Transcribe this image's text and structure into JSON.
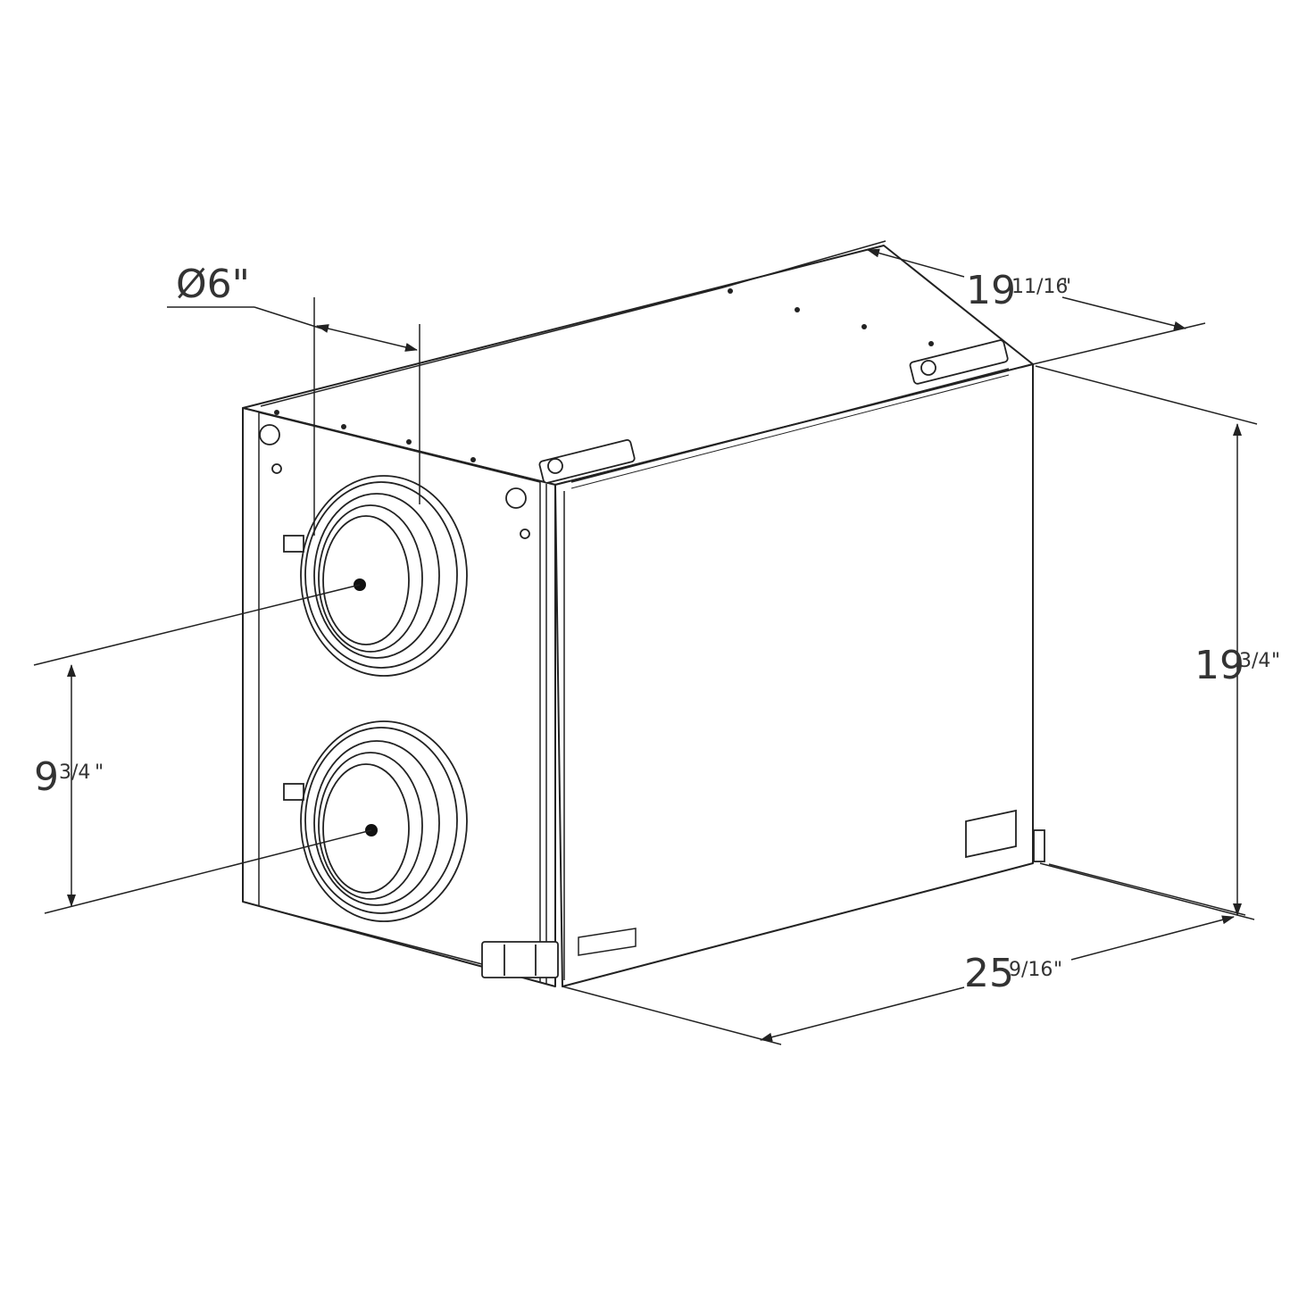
{
  "dimensions": {
    "duct_diameter": {
      "text": "Ø6\""
    },
    "depth": {
      "main": "19",
      "fraction": "11/16",
      "unit": "\""
    },
    "height": {
      "main": "19",
      "fraction": "3/4",
      "unit": "\""
    },
    "port_spacing": {
      "main": "9",
      "fraction": "3/4",
      "unit": "\""
    },
    "width": {
      "main": "25",
      "fraction": "9/16",
      "unit": "\""
    }
  },
  "colors": {
    "line": "#222222",
    "text": "#333333",
    "background": "#ffffff"
  }
}
